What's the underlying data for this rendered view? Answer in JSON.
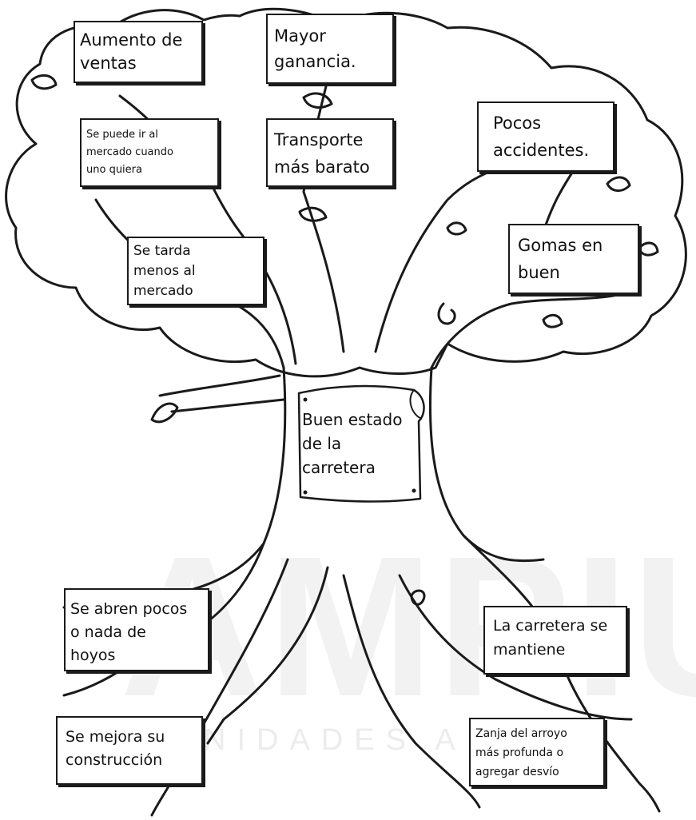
{
  "diagram": {
    "trunk_label": "Buen estado\nde la\ncarretera",
    "branch_boxes": [
      {
        "id": "aumento",
        "text": "Aumento de\nventas"
      },
      {
        "id": "mayor",
        "text": "Mayor\nganancia."
      },
      {
        "id": "puede",
        "text": "Se puede ir al\nmercado cuando\nuno quiera"
      },
      {
        "id": "transporte",
        "text": "Transporte\nmás barato"
      },
      {
        "id": "pocos",
        "text": "Pocos\naccidentes."
      },
      {
        "id": "tarda",
        "text": "Se tarda\nmenos al\nmercado"
      },
      {
        "id": "gomas",
        "text": "Gomas en\nbuen"
      }
    ],
    "root_boxes": [
      {
        "id": "abren",
        "text": "Se abren pocos\no nada de\nhoyos"
      },
      {
        "id": "mantiene",
        "text": "La carretera se\nmantiene"
      },
      {
        "id": "mejora",
        "text": "Se mejora su\nconstrucción"
      },
      {
        "id": "zanja",
        "text": "Zanja del arroyo\nmás profunda o\nagregar desvío"
      }
    ]
  },
  "watermark": {
    "large": "AMPIU",
    "small": "NIDADES A  EST"
  }
}
